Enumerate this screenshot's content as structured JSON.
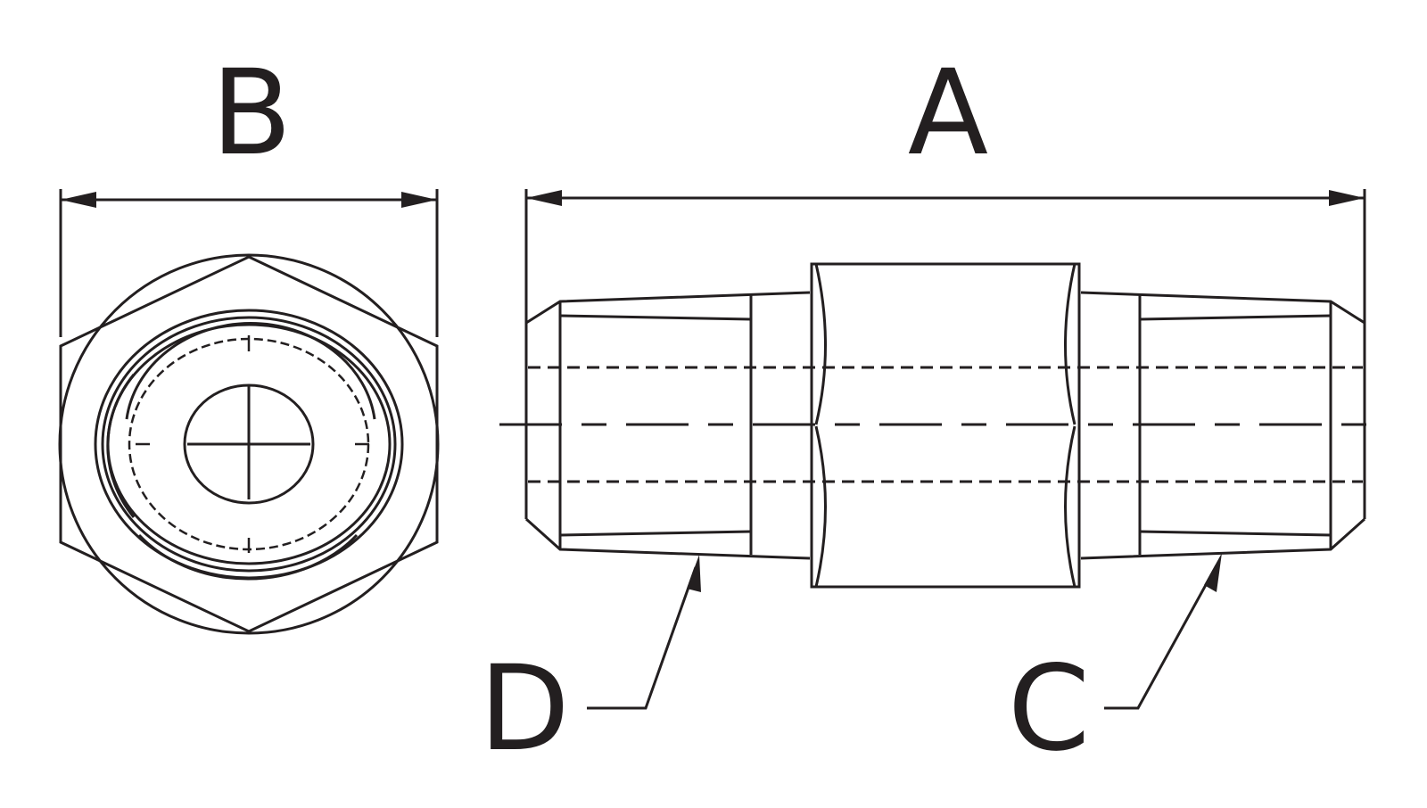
{
  "labels": {
    "A": "A",
    "B": "B",
    "C": "C",
    "D": "D"
  },
  "colors": {
    "line": "#231f20",
    "background": "#ffffff"
  }
}
